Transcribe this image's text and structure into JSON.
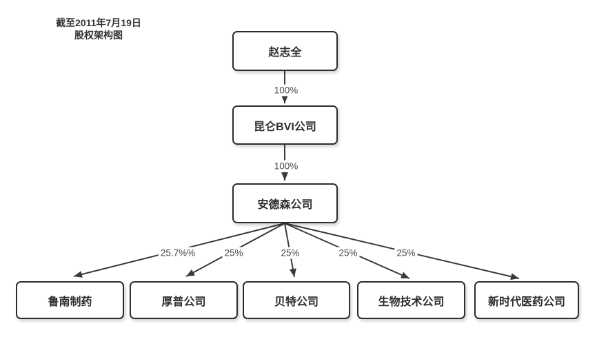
{
  "title": {
    "line1": "截至2011年7月19日",
    "line2": "股权架构图"
  },
  "nodes": {
    "root": {
      "label": "赵志全"
    },
    "holding": {
      "label": "昆仑BVI公司"
    },
    "intermediate": {
      "label": "安德森公司"
    },
    "subsidiaries": [
      {
        "label": "鲁南制药"
      },
      {
        "label": "厚普公司"
      },
      {
        "label": "贝特公司"
      },
      {
        "label": "生物技术公司"
      },
      {
        "label": "新时代医药公司"
      }
    ]
  },
  "edge_labels": {
    "root_to_holding": "100%",
    "holding_to_intermediate": "100%",
    "to_subsidiaries": [
      "25.7%%",
      "25%",
      "25%",
      "25%",
      "25%"
    ]
  },
  "colors": {
    "background": "#ffffff",
    "line": "#3a3a3a",
    "box_border": "#2d2d2d",
    "box_fill": "#ffffff",
    "node_text": "#2d2d2d",
    "edge_label_text": "#474747",
    "title_text": "#333333"
  }
}
